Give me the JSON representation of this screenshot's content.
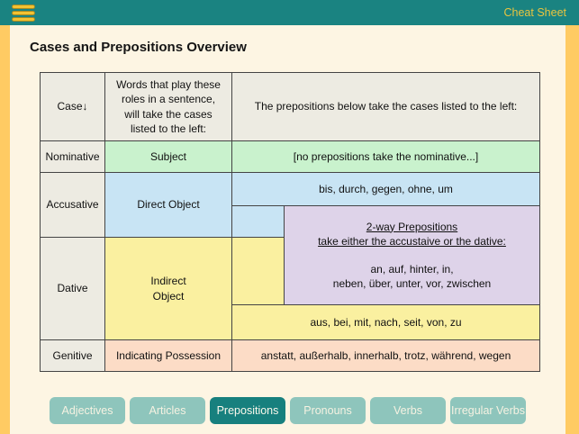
{
  "app": {
    "topbar": {
      "title": "Cheat Sheet"
    },
    "page_title": "Cases and Prepositions Overview"
  },
  "table": {
    "header": {
      "case": "Case↓",
      "roles_desc": "Words that play these roles in a sentence, will take the cases listed to the left:",
      "preps_desc": "The prepositions below take the cases listed to the left:"
    },
    "nominative": {
      "case": "Nominative",
      "role": "Subject",
      "preps": "[no prepositions take the nominative...]"
    },
    "accusative": {
      "case": "Accusative",
      "role": "Direct Object",
      "preps": "bis, durch, gegen, ohne, um"
    },
    "two_way": {
      "title": "2-way Prepositions",
      "subtitle": "take either the accustaive or the dative:",
      "list_line1": "an, auf, hinter, in,",
      "list_line2": "neben, über, unter, vor, zwischen"
    },
    "dative": {
      "case": "Dative",
      "role": "Indirect Object",
      "preps": "aus, bei, mit, nach, seit, von, zu"
    },
    "genitive": {
      "case": "Genitive",
      "role": "Indicating Possession",
      "preps": "anstatt, außerhalb, innerhalb, trotz, während, wegen"
    }
  },
  "tabs": {
    "active": "Prepositions",
    "items": [
      {
        "label": "Adjectives"
      },
      {
        "label": "Articles"
      },
      {
        "label": "Prepositions"
      },
      {
        "label": "Pronouns"
      },
      {
        "label": "Verbs"
      },
      {
        "label": "Irregular Verbs"
      }
    ]
  },
  "colors": {
    "topbar_teal": "#1A8381",
    "frame_gold": "#FFCB63",
    "content_cream": "#FDF5E3",
    "cell_gray": "#EDEBE2",
    "nominative_green": "#C9F2CD",
    "accusative_blue": "#C8E4F4",
    "dative_yellow": "#FAF0A0",
    "two_way_purple": "#DED3E9",
    "genitive_peach": "#FCDCC6",
    "tab_inactive": "#8EC5BC",
    "tab_active": "#17807E",
    "accent_gold_text": "#E9C43F"
  }
}
